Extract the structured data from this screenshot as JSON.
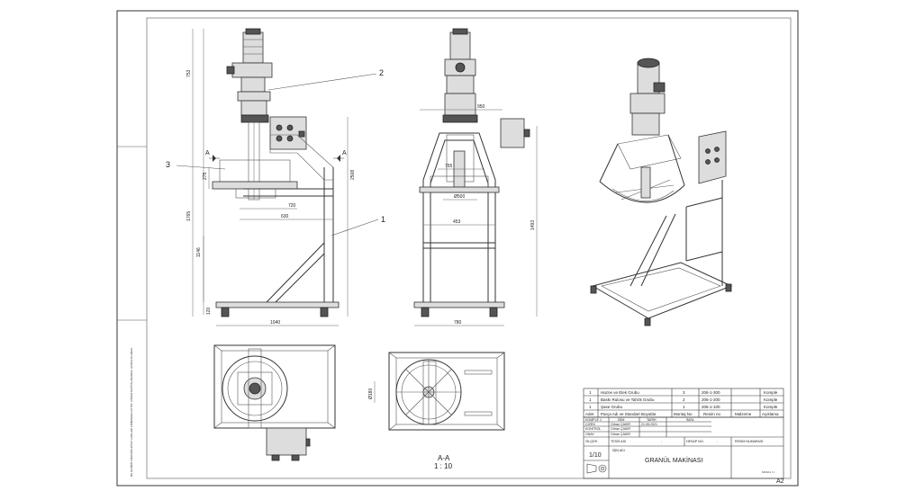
{
  "views": {
    "callouts": [
      "1",
      "2",
      "3"
    ],
    "section_marker": "A",
    "section_caption": "A-A",
    "section_scale": "1 : 10",
    "dims_front": {
      "d753": "753",
      "d2508": "2508",
      "d1765": "1765",
      "d1146": "1146",
      "d275": "275",
      "d120": "120",
      "d720": "720",
      "d630": "630",
      "d1040": "1040"
    },
    "dims_side": {
      "d950": "950",
      "d755": "755",
      "d500": "Ø500",
      "d453": "453",
      "d1493": "1493",
      "d780": "780"
    },
    "dims_top": {
      "d180": "Ø180"
    }
  },
  "left_note": "BU ÇİZİMİN FİKRİ MÜLKİYET HAKLARI FİRMAMIZA AİTTİR. İZİNSİZ KOPYALANAMAZ, ÇOĞALTILAMAZ.",
  "bom": {
    "rows": [
      {
        "adet": "1",
        "parca": "Hazne ve Elek Grubu",
        "montaj": "3",
        "resim": "206-1-300",
        "malzeme": "",
        "aciklama": "Komple"
      },
      {
        "adet": "1",
        "parca": "Baskı Rulosu ve Tahrik Grubu",
        "montaj": "2",
        "resim": "206-1-200",
        "malzeme": "",
        "aciklama": "Komple"
      },
      {
        "adet": "1",
        "parca": "Şase Grubu",
        "montaj": "1",
        "resim": "206-1-100",
        "malzeme": "",
        "aciklama": "Komple"
      }
    ],
    "header": {
      "adet": "Adet",
      "parca": "Parça Adı ve Standart Boyutlar",
      "montaj": "Montaj No",
      "resim": "Resim no",
      "malzeme": "Malzeme",
      "aciklama": "Açıklama"
    }
  },
  "title_block": {
    "cols": {
      "isim": "İSİM",
      "tarih": "TARİH",
      "imza": "İMZA"
    },
    "company_row_label": "KOMPLE 1",
    "rows": [
      {
        "label": "ÇİZEN",
        "name": "Orhan ÇAKIR",
        "date": "21.05.2021"
      },
      {
        "label": "KONTROL",
        "name": "Orhan ÇAKIR",
        "date": ""
      },
      {
        "label": "ONAY",
        "name": "Orhan ÇAKIR",
        "date": ""
      }
    ],
    "olcek_label": "ÖLÇEK",
    "scale": "1/10",
    "tesis_label": "TESİS ADI",
    "tesis_value": "-",
    "hesap_label": "HESAP NO:",
    "hesap_value": "-",
    "resim_label": "RESİM NUMARASI",
    "is_label": "İŞİN ADI",
    "job_title": "GRANÜL MAKİNASI",
    "sheet_size": "A2",
    "small_tag": "SAYFA 1 / 1"
  }
}
